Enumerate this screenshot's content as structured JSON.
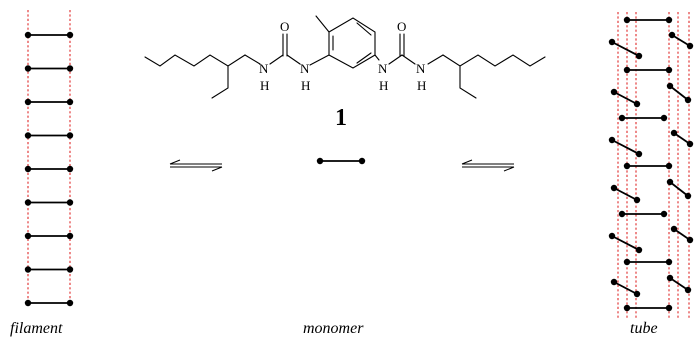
{
  "labels": {
    "compound_number": "1",
    "filament": "filament",
    "monomer": "monomer",
    "tube": "tube"
  },
  "atoms": {
    "oxygen": "O",
    "nitrogen_h": "N",
    "hydrogen": "H"
  }
}
